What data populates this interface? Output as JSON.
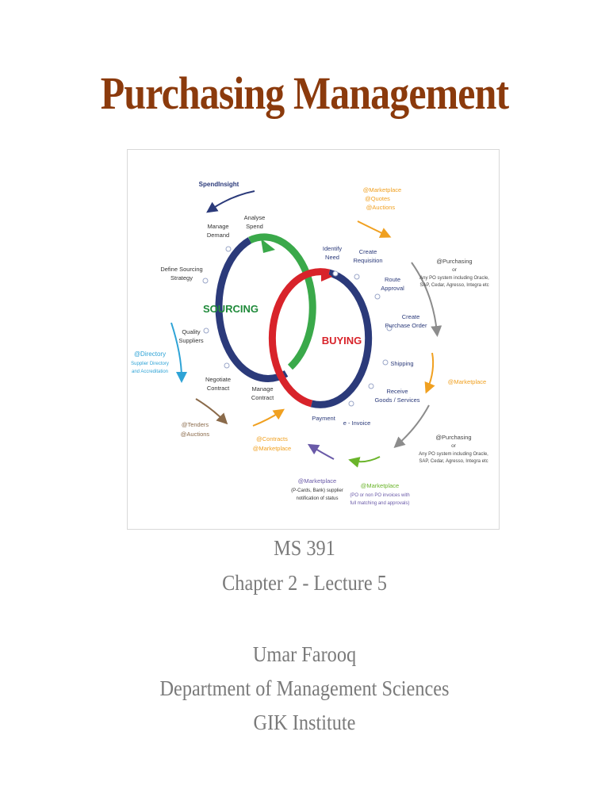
{
  "slide": {
    "title": "Purchasing Management",
    "course": "MS 391",
    "chapter": "Chapter 2 - Lecture 5",
    "author": "Umar Farooq",
    "department": "Department of  Management Sciences",
    "institute": "GIK Institute"
  },
  "diagram": {
    "sourcing_label": "SOURCING",
    "buying_label": "BUYING",
    "spend_insight": "SpendInsight",
    "analyse_1": "Analyse",
    "analyse_2": "Spend",
    "manage_demand_1": "Manage",
    "manage_demand_2": "Demand",
    "define_1": "Define Sourcing",
    "define_2": "Strategy",
    "quality_1": "Quality",
    "quality_2": "Suppliers",
    "negotiate_1": "Negotiate",
    "negotiate_2": "Contract",
    "manage_contract_1": "Manage",
    "manage_contract_2": "Contract",
    "identify_1": "Identify",
    "identify_2": "Need",
    "create_req_1": "Create",
    "create_req_2": "Requisition",
    "route_1": "Route",
    "route_2": "Approval",
    "create_po_1": "Create",
    "create_po_2": "Purchase Order",
    "shipping": "Shipping",
    "receive_1": "Receive",
    "receive_2": "Goods / Services",
    "einvoice": "e - Invoice",
    "payment": "Payment",
    "mkt_quotes_1": "@Marketplace",
    "mkt_quotes_2": "@Quotes",
    "mkt_quotes_3": "@Auctions",
    "purch1_1": "@Purchasing",
    "purch1_2": "or",
    "purch1_3": "Any PO system including Oracle,",
    "purch1_4": "SAP, Cedar, Agresso, Integra etc",
    "mkt_mid": "@Marketplace",
    "purch2_1": "@Purchasing",
    "purch2_2": "or",
    "purch2_3": "Any PO system including Oracle,",
    "purch2_4": "SAP, Cedar, Agresso, Integra etc",
    "mkt_inv_1": "@Marketplace",
    "mkt_inv_2": "(PO or non PO invoices with",
    "mkt_inv_3": "full matching and approvals)",
    "mkt_pay_1": "@Marketplace",
    "mkt_pay_2": "(P-Cards, Bank) supplier",
    "mkt_pay_3": "notification of status",
    "contracts_1": "@Contracts",
    "contracts_2": "@Marketplace",
    "tenders_1": "@Tenders",
    "tenders_2": "@Auctions",
    "directory_1": "@Directory",
    "directory_2": "Supplier Directory",
    "directory_3": "and Accreditation"
  },
  "colors": {
    "title": "#8b3a0c",
    "subtitle": "#7a7a7a",
    "navy": "#2b3a7a",
    "green": "#3aa94a",
    "red": "#d8232a",
    "orange": "#f0a020",
    "teal": "#2ea3d6",
    "gray": "#8c8c8c",
    "brown": "#8a6a4a",
    "purple": "#6a5aa8",
    "lime": "#6ab42a"
  }
}
